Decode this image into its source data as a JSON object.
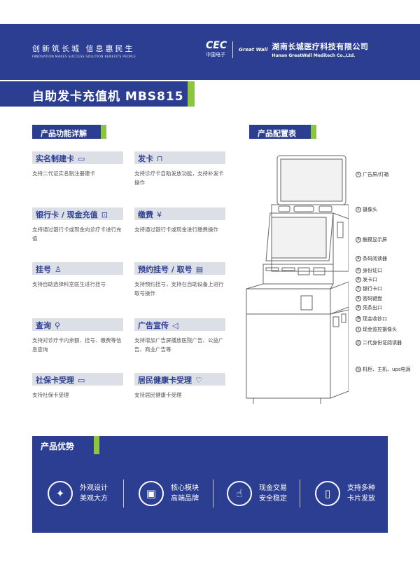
{
  "header": {
    "slogan_cn": "创新筑长城  信息惠民生",
    "slogan_en": "INNOVATION MAKES SUCCESS   SOLUTION BENEFITS PEOPLE",
    "cec_logo": "CEC",
    "cec_sub": "中国电子",
    "greatwall_logo": "Great Wall",
    "company_cn": "湖南长城医疗科技有限公司",
    "company_en": "Hunan GreatWall Meditech Co.,Ltd."
  },
  "title": "自助发卡充值机 MBS815",
  "features_heading": "产品功能详解",
  "config_heading": "产品配置表",
  "features": [
    {
      "title": "实名制建卡",
      "icon": "id-card-icon",
      "desc": "支持二代证实名制注册建卡"
    },
    {
      "title": "发卡",
      "icon": "card-dispense-icon",
      "desc": "支持诊疗卡自助发放功能，支持补发卡操作"
    },
    {
      "title": "银行卡 / 现金充值",
      "icon": "wallet-icon",
      "desc": "支持通过银行卡或现金向诊疗卡进行充值"
    },
    {
      "title": "缴费",
      "icon": "payment-icon",
      "desc": "支持通过银行卡或现金进行缴费操作"
    },
    {
      "title": "挂号",
      "icon": "person-icon",
      "desc": "支持自助选择科室医生进行挂号"
    },
    {
      "title": "预约挂号 / 取号",
      "icon": "document-icon",
      "desc": "支持预约挂号，支持在自助设备上进行取号操作"
    },
    {
      "title": "查询",
      "icon": "search-icon",
      "desc": "支持对诊疗卡内余额、挂号、缴费等信息查询"
    },
    {
      "title": "广告宣传",
      "icon": "megaphone-icon",
      "desc": "支持增加广告屏播放医院广告、公益广告、商业广告等"
    },
    {
      "title": "社保卡受理",
      "icon": "social-card-icon",
      "desc": "支持社保卡受理"
    },
    {
      "title": "居民健康卡受理",
      "icon": "heart-icon",
      "desc": "支持居民健康卡受理"
    }
  ],
  "config_items": [
    {
      "num": "①",
      "label": "广告屏/灯箱"
    },
    {
      "num": "②",
      "label": "摄像头"
    },
    {
      "num": "③",
      "label": "触摸显示屏"
    },
    {
      "num": "④",
      "label": "条码阅读器"
    },
    {
      "num": "⑤",
      "label": "身份证口"
    },
    {
      "num": "⑥",
      "label": "发卡口"
    },
    {
      "num": "⑦",
      "label": "银行卡口"
    },
    {
      "num": "⑧",
      "label": "密码键盘"
    },
    {
      "num": "⑨",
      "label": "凭条出口"
    },
    {
      "num": "⑩",
      "label": "现金收钞口"
    },
    {
      "num": "⑪",
      "label": "现金监控摄像头"
    },
    {
      "num": "⑫",
      "label": "二代身份证阅读器"
    },
    {
      "num": "⑬",
      "label": "机柜、主机、ups电源"
    }
  ],
  "advantages_heading": "产品优势",
  "advantages": [
    {
      "line1": "外观设计",
      "line2": "美观大方",
      "icon": "sparkle-icon"
    },
    {
      "line1": "核心模块",
      "line2": "高端品牌",
      "icon": "chip-icon"
    },
    {
      "line1": "现金交易",
      "line2": "安全稳定",
      "icon": "hand-touch-icon"
    },
    {
      "line1": "支持多种",
      "line2": "卡片发放",
      "icon": "card-ring-icon"
    }
  ]
}
